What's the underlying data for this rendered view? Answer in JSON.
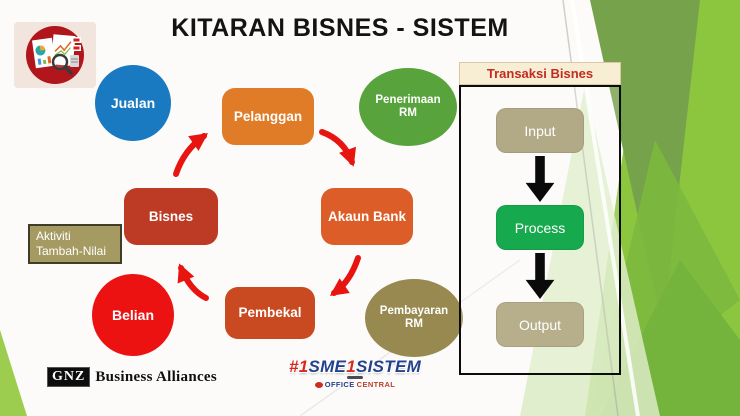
{
  "title": "KITARAN BISNES - SISTEM",
  "cycle": {
    "nodes": [
      {
        "label": "Jualan",
        "color": "#1a7ac1"
      },
      {
        "label": "Pelanggan",
        "color": "#e07b28"
      },
      {
        "label": "Penerimaan RM",
        "color": "#58a33b"
      },
      {
        "label": "Bisnes",
        "color": "#bd3a24"
      },
      {
        "label": "Akaun Bank",
        "color": "#dc5d28"
      },
      {
        "label": "Belian",
        "color": "#ec1212"
      },
      {
        "label": "Pembekal",
        "color": "#c94a21"
      },
      {
        "label": "Pembayaran RM",
        "color": "#97894f"
      }
    ],
    "annotation": {
      "line1": "Aktiviti",
      "line2": "Tambah-Nilai",
      "color": "#a59a62"
    },
    "arrow_color": "#e71410"
  },
  "flow_panel": {
    "header": {
      "label": "Transaksi Bisnes",
      "bg": "#f7eed3",
      "text_color": "#c42a21"
    },
    "steps": [
      {
        "label": "Input",
        "color": "#b2aa87"
      },
      {
        "label": "Process",
        "color": "#17a94d"
      },
      {
        "label": "Output",
        "color": "#b7ae8b"
      }
    ]
  },
  "footer": {
    "gnz_badge": "GNZ",
    "gnz_name": "Business Alliances",
    "sme_logo": {
      "part1": "#1",
      "part2": "SME",
      "part3": "1",
      "part4": "SISTEM",
      "sub1": "OFFICE",
      "sub2": "CENTRAL"
    }
  },
  "decor": {
    "green_bright": "#8cc63e",
    "green_dark": "#76a24c",
    "green_mid": "#7cb83e",
    "green_mid2": "#74b33c",
    "green_pale": "#dcebc5",
    "green_corner": "#9ccd4e"
  }
}
